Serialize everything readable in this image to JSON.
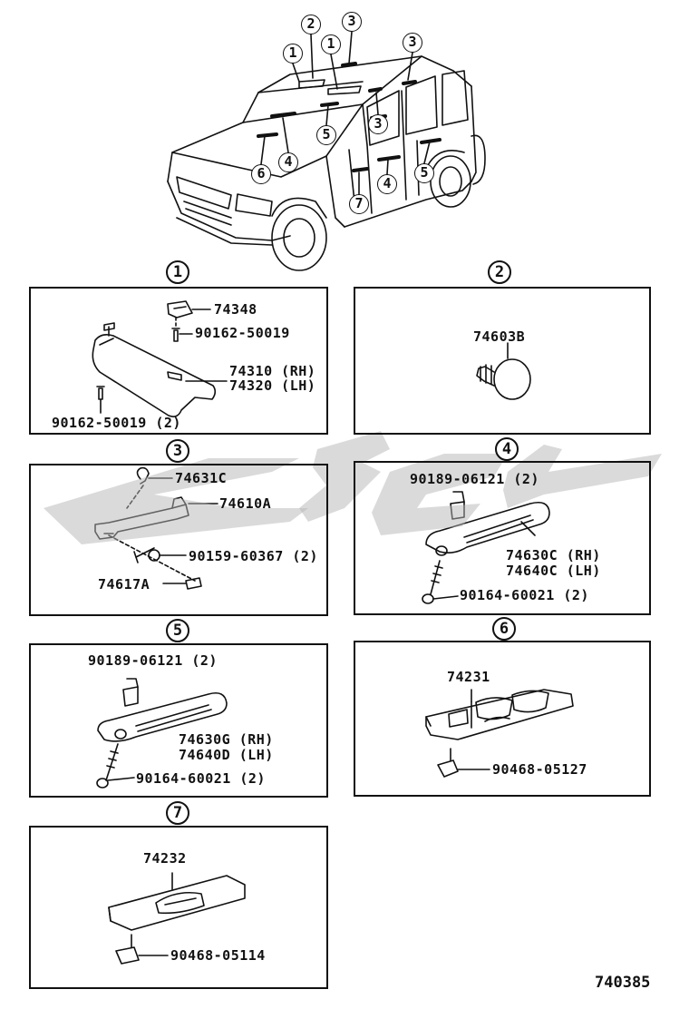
{
  "figure_code": "740385",
  "overview_markers": [
    "1",
    "2",
    "1",
    "3",
    "3",
    "3",
    "5",
    "4",
    "6",
    "4",
    "7",
    "5"
  ],
  "panels": [
    {
      "number": "1",
      "labels": [
        "74348",
        "90162-50019",
        "74310 (RH)",
        "74320 (LH)",
        "90162-50019 (2)"
      ]
    },
    {
      "number": "2",
      "labels": [
        "74603B"
      ]
    },
    {
      "number": "3",
      "labels": [
        "74631C",
        "74610A",
        "90159-60367 (2)",
        "74617A"
      ]
    },
    {
      "number": "4",
      "labels": [
        "90189-06121 (2)",
        "74630C (RH)",
        "74640C (LH)",
        "90164-60021 (2)"
      ]
    },
    {
      "number": "5",
      "labels": [
        "90189-06121 (2)",
        "74630G (RH)",
        "74640D (LH)",
        "90164-60021 (2)"
      ]
    },
    {
      "number": "6",
      "labels": [
        "74231",
        "90468-05127"
      ]
    },
    {
      "number": "7",
      "labels": [
        "74232",
        "90468-05114"
      ]
    }
  ]
}
